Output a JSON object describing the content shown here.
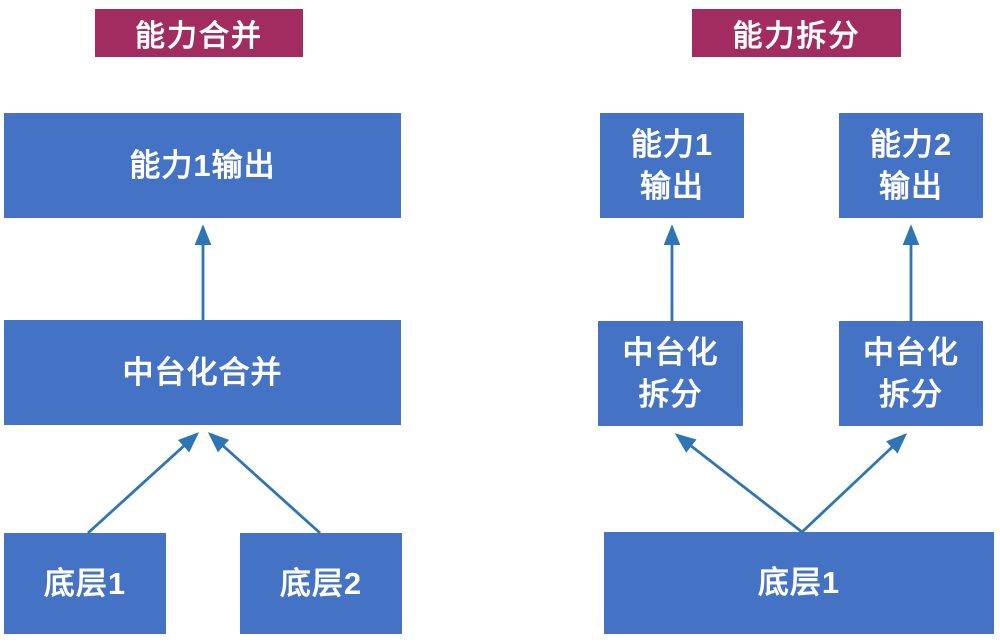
{
  "diagram": {
    "left": {
      "title": "能力合并",
      "output": "能力1输出",
      "middle": "中台化合并",
      "base1": "底层1",
      "base2": "底层2"
    },
    "right": {
      "title": "能力拆分",
      "output1": "能力1\n输出",
      "output2": "能力2\n输出",
      "middle1": "中台化\n拆分",
      "middle2": "中台化\n拆分",
      "base": "底层1"
    },
    "colors": {
      "node_fill": "#4472c4",
      "title_fill": "#a22b60",
      "arrow": "#2e75b6",
      "text": "#ffffff"
    }
  }
}
